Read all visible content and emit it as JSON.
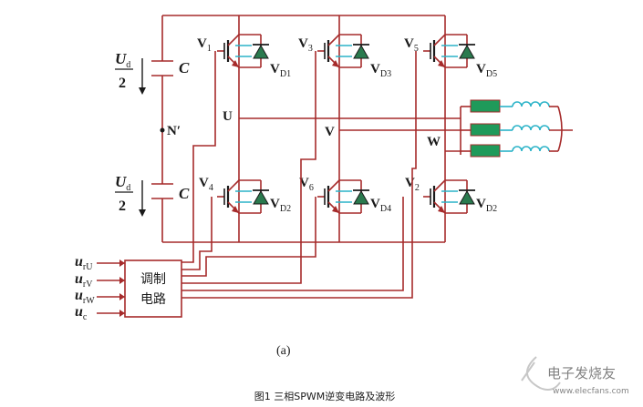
{
  "labels": {
    "ud_top": "U",
    "ud_top_sub": "d",
    "two_top": "2",
    "c_top": "C",
    "ud_bot": "U",
    "ud_bot_sub": "d",
    "two_bot": "2",
    "c_bot": "C",
    "neutral": "N′",
    "v1": "V",
    "v1_sub": "1",
    "vd1": "V",
    "vd1_sub": "D1",
    "v3": "V",
    "v3_sub": "3",
    "vd3": "V",
    "vd3_sub": "D3",
    "v5": "V",
    "v5_sub": "5",
    "vd5": "V",
    "vd5_sub": "D5",
    "v4": "V",
    "v4_sub": "4",
    "vd4b": "V",
    "vd4b_sub": "D2",
    "v6": "V",
    "v6_sub": "6",
    "vd6": "V",
    "vd6_sub": "D4",
    "v2": "V",
    "v2_sub": "2",
    "vd2": "V",
    "vd2_sub": "D2",
    "phase_u": "U",
    "phase_v": "V",
    "phase_w": "W",
    "in_ru": "u",
    "in_ru_sub": "rU",
    "in_rv": "u",
    "in_rv_sub": "rV",
    "in_rw": "u",
    "in_rw_sub": "rW",
    "in_c": "u",
    "in_c_sub": "c",
    "mod_line1": "调制",
    "mod_line2": "电路",
    "subfig": "(a)",
    "caption": "图1 三相SPWM逆变电路及波形",
    "watermark": "电子发烧友",
    "watermark_url": "www.elecfans.com"
  },
  "colors": {
    "wire": "#a62b2b",
    "diode_fill": "#2a7a4e",
    "resistor_fill": "#1f9a5a",
    "inductor": "#2bb3c8"
  }
}
